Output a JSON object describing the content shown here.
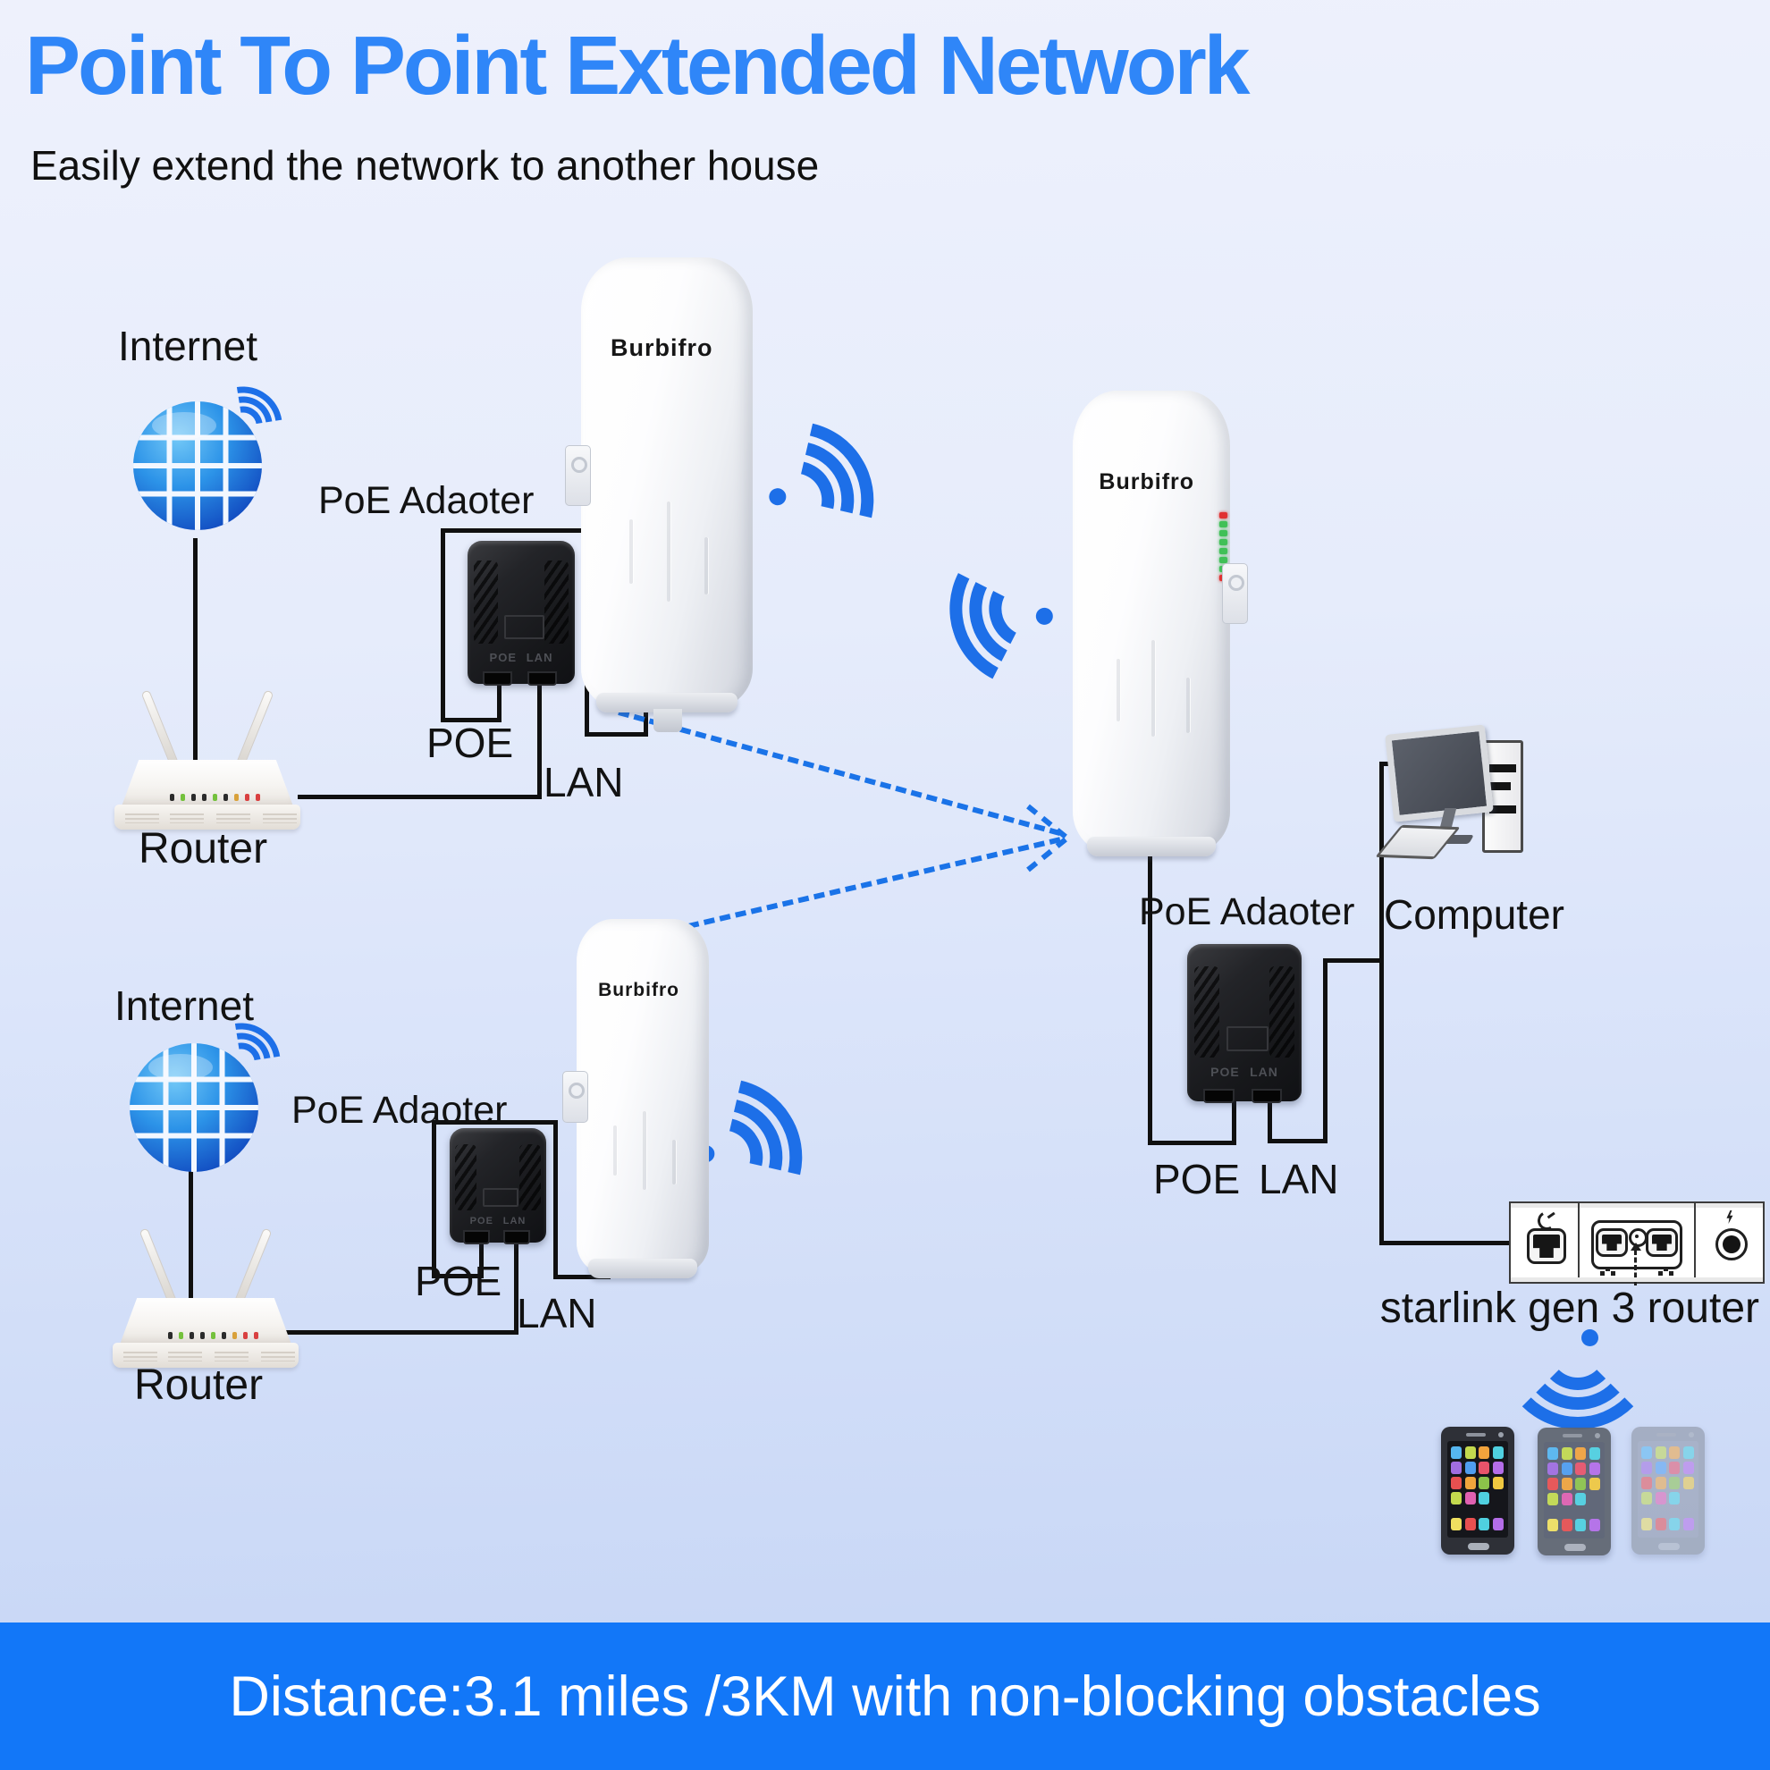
{
  "title": "Point To Point Extended Network",
  "subtitle": "Easily extend the network to another house",
  "brand": "Burbifro",
  "labels": {
    "internet": "Internet",
    "router": "Router",
    "poe_adapter": "PoE Adaoter",
    "poe": "POE",
    "lan": "LAN",
    "computer": "Computer",
    "starlink": "starlink gen 3 router"
  },
  "adapter": {
    "poe_port": "POE",
    "lan_port": "LAN"
  },
  "banner": {
    "text": "Distance:3.1 miles /3KM with non-blocking obstacles"
  },
  "colors": {
    "title_blue": "#2f86f8",
    "banner_blue": "#1277f8",
    "wifi_blue": "#1d6fe8",
    "dashed_blue": "#1a73e8",
    "phone_apps": [
      "#56b6f0",
      "#c3d94e",
      "#f2a33c",
      "#4fd0e0",
      "#a06de0",
      "#4f9df0",
      "#e8536a",
      "#b46de8",
      "#e85050",
      "#f0a43c",
      "#8cc34a",
      "#f0c840",
      "#c3d94e",
      "#e060b0",
      "#4fd0e0",
      "#f0e060",
      "#e85050",
      "#4fd0e0",
      "#b46de8"
    ]
  }
}
